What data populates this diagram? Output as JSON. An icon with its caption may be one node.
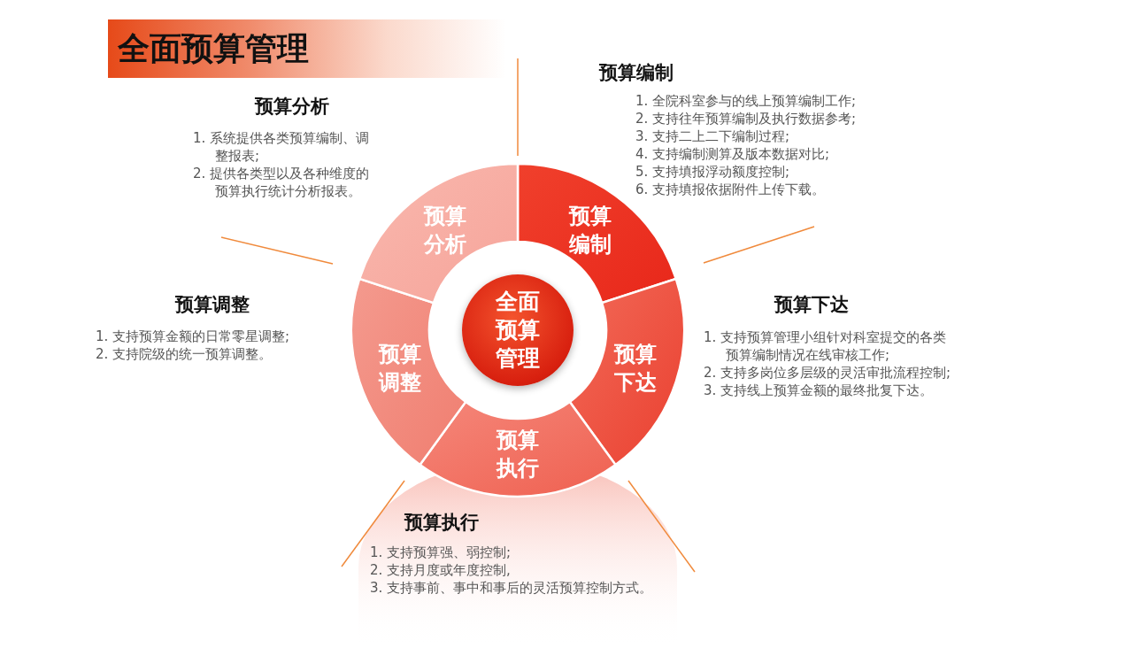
{
  "diagram": {
    "title": "全面预算管理",
    "nodes": [
      {
        "text": [
          "预算编制"
        ]
      },
      {
        "text": [
          "预算下达"
        ]
      },
      {
        "text": [
          "预算执行"
        ]
      },
      {
        "text": [
          "预算调整"
        ]
      },
      {
        "text": [
          "预算分析"
        ]
      },
      {
        "text": [
          "全面预算管理"
        ]
      }
    ],
    "labels": [
      "预算编制",
      "1. 全院科室参与的线上预算编制工作;",
      "2. 支持往年预算编制及执行数据参考;",
      "3. 支持二上二下编制过程;",
      "4. 支持编制测算及版本数据对比;",
      "5. 支持填报浮动额度控制;",
      "6. 支持填报依据附件上传下载。",
      "预算分析",
      "1. 系统提供各类预算编制、调整报表;",
      "2. 提供各类型以及各种维度的预算执行统计分析报表。",
      "预算调整",
      "1. 支持预算金额的日常零星调整;",
      "2. 支持院级的统一预算调整。",
      "预算下达",
      "1. 支持预算管理小组针对科室提交的各类预算编制情况在线审核工作;",
      "2. 支持多岗位多层级的灵活审批流程控制;",
      "3. 支持线上预算金额的最终批复下达。",
      "预算执行",
      "1. 支持预算强、弱控制;",
      "2. 支持月度或年度控制,",
      "3. 支持事前、事中和事后的灵活预算控制方式。"
    ]
  }
}
